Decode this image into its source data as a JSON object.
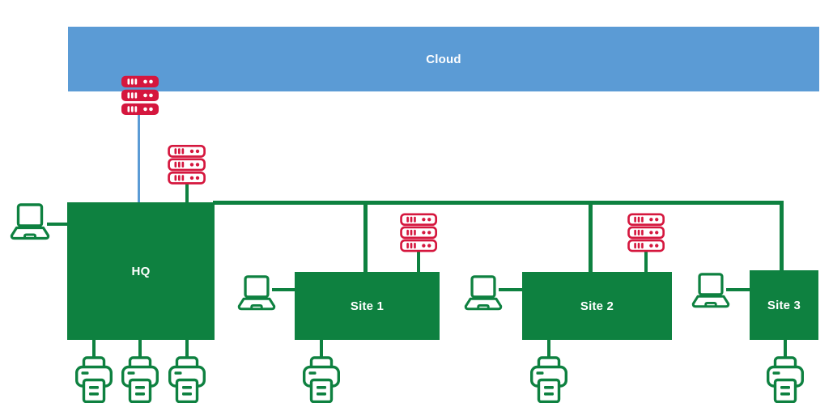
{
  "cloud": {
    "label": "Cloud"
  },
  "sites": [
    {
      "id": "hq",
      "label": "HQ"
    },
    {
      "id": "site1",
      "label": "Site 1"
    },
    {
      "id": "site2",
      "label": "Site 2"
    },
    {
      "id": "site3",
      "label": "Site 3"
    }
  ],
  "icons": {
    "cloud_server": "rack-server-icon",
    "edge_server": "rack-server-icon",
    "workstation": "laptop-icon",
    "peripheral": "printer-icon"
  },
  "counts": {
    "hq_printers": 3,
    "site1_printers": 1,
    "site2_printers": 1,
    "site3_printers": 1,
    "rack_units_per_server": 3
  },
  "colors": {
    "green": "#0E8140",
    "blue": "#5B9BD5",
    "red": "#D5173E",
    "canvas": "#FFFFFF",
    "label": "#FFFFFF"
  }
}
